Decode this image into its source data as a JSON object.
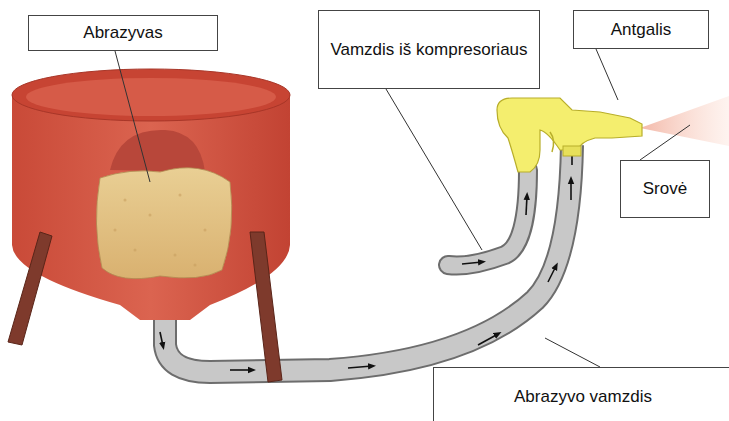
{
  "diagram": {
    "nodes": [
      {
        "text": [
          "Abrazyvas"
        ]
      },
      {
        "text": [
          "Vamzdis iš kompresoriaus"
        ]
      },
      {
        "text": [
          "Antgalis"
        ]
      },
      {
        "text": [
          "Srovė"
        ]
      },
      {
        "text": [
          "Abrazyvo vamzdis"
        ]
      }
    ]
  }
}
